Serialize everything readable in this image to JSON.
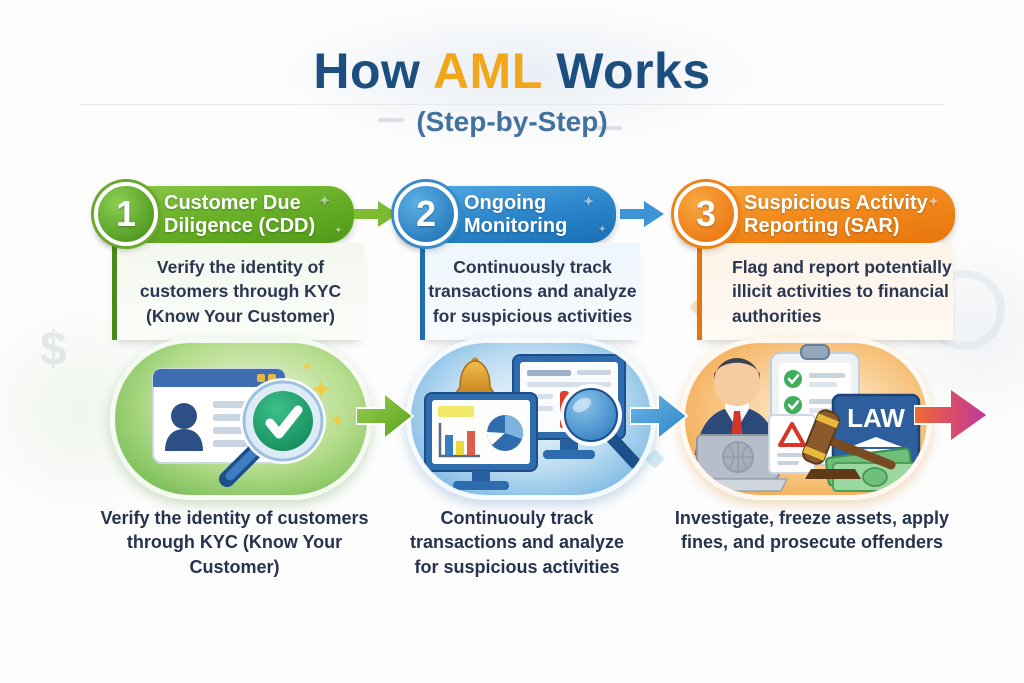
{
  "title": {
    "word1": "How",
    "word2": "AML",
    "word3": "Works",
    "subtitle": "(Step-by-Step)"
  },
  "colors": {
    "title_navy": "#1d4e80",
    "title_gold": "#f2a71b",
    "subtitle_blue": "#43729f",
    "step1_green": "#5ba21e",
    "step2_blue": "#2e86c9",
    "step3_orange": "#f07d13",
    "final_arrow_magenta": "#b93a9e",
    "body_text": "#2b3752"
  },
  "steps": [
    {
      "number": "1",
      "title": "Customer Due Diligence (CDD)",
      "description": "Verify the identity of customers through KYC (Know Your Customer)",
      "caption": "Verify the identity of customers through KYC (Know Your Customer)",
      "illustration": "id-card-with-magnifier-and-green-checkmark"
    },
    {
      "number": "2",
      "title": "Ongoing Monitoring",
      "description": "Continuously track transactions and analyze for suspicious activities",
      "caption": "Continuouly track transactions and analyze for suspicious activities",
      "illustration": "monitors-with-charts-alert-bell-and-magnifier"
    },
    {
      "number": "3",
      "title": "Suspicious Activity Reporting (SAR)",
      "description": "Flag and report potentially illicit activities to financial authorities",
      "caption": "Investigate, freeze assets, apply fines, and prosecute offenders",
      "illustration": "investigator-law-sign-gavel-and-money",
      "law_sign_text": "LAW"
    }
  ]
}
